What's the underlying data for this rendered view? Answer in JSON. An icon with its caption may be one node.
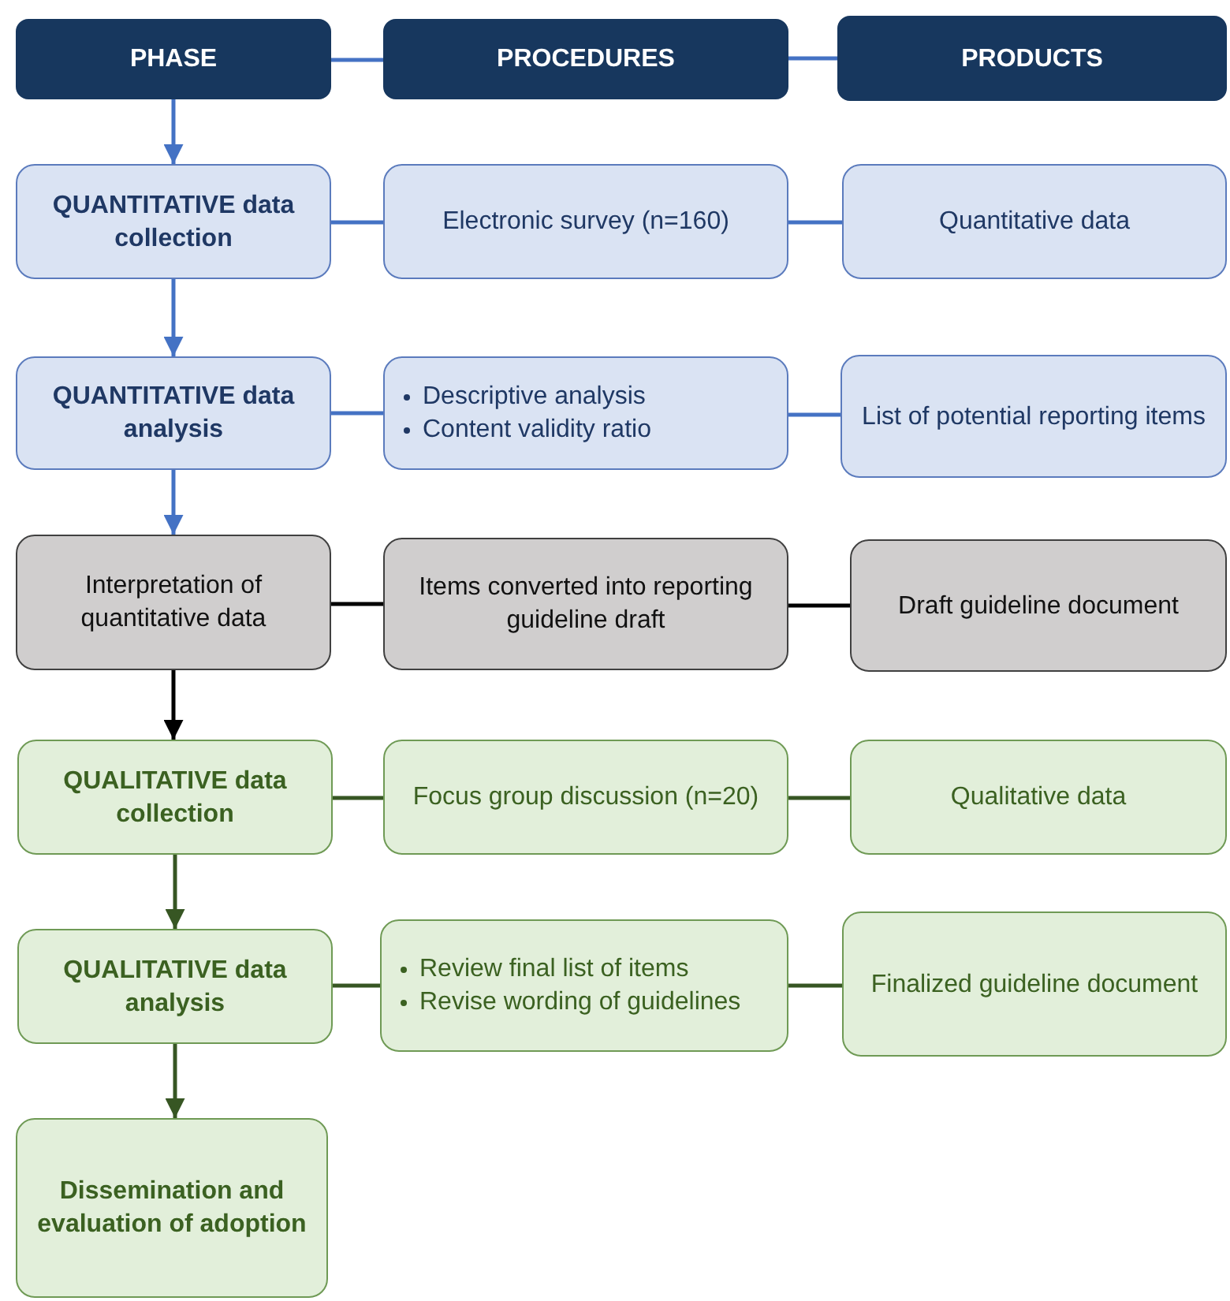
{
  "diagram": {
    "nodes": [
      {
        "text": [
          "PHASE"
        ]
      },
      {
        "text": [
          "PROCEDURES"
        ]
      },
      {
        "text": [
          "PRODUCTS"
        ]
      },
      {
        "text": [
          "QUANTITATIVE data collection"
        ]
      },
      {
        "text": [
          "Electronic survey (n=160)"
        ]
      },
      {
        "text": [
          "Quantitative data"
        ]
      },
      {
        "text": [
          "QUANTITATIVE data analysis"
        ]
      },
      {
        "text": [
          "Descriptive analysis",
          "Content validity ratio"
        ]
      },
      {
        "text": [
          "List of potential reporting items"
        ]
      },
      {
        "text": [
          "Interpretation of quantitative data"
        ]
      },
      {
        "text": [
          "Items converted into reporting guideline draft"
        ]
      },
      {
        "text": [
          "Draft guideline document"
        ]
      },
      {
        "text": [
          "QUALITATIVE data collection"
        ]
      },
      {
        "text": [
          "Focus group discussion (n=20)"
        ]
      },
      {
        "text": [
          "Qualitative data"
        ]
      },
      {
        "text": [
          "QUALITATIVE data analysis"
        ]
      },
      {
        "text": [
          "Review final list of items",
          "Revise wording of guidelines"
        ]
      },
      {
        "text": [
          "Finalized guideline document"
        ]
      },
      {
        "text": [
          "Dissemination and evaluation of adoption"
        ]
      }
    ],
    "edges": [
      {
        "from": 0,
        "to": 1,
        "arrow": "none"
      },
      {
        "from": 1,
        "to": 2,
        "arrow": "none"
      },
      {
        "from": 0,
        "to": 3,
        "arrow": "to"
      },
      {
        "from": 3,
        "to": 4,
        "arrow": "none"
      },
      {
        "from": 4,
        "to": 5,
        "arrow": "none"
      },
      {
        "from": 3,
        "to": 6,
        "arrow": "to"
      },
      {
        "from": 6,
        "to": 7,
        "arrow": "none"
      },
      {
        "from": 7,
        "to": 8,
        "arrow": "none"
      },
      {
        "from": 6,
        "to": 9,
        "arrow": "to"
      },
      {
        "from": 9,
        "to": 10,
        "arrow": "none",
        "color": "#000000"
      },
      {
        "from": 10,
        "to": 11,
        "arrow": "none",
        "color": "#000000"
      },
      {
        "from": 9,
        "to": 12,
        "arrow": "to",
        "color": "#000000"
      },
      {
        "from": 12,
        "to": 13,
        "arrow": "none",
        "color": "#375623"
      },
      {
        "from": 13,
        "to": 14,
        "arrow": "none",
        "color": "#375623"
      },
      {
        "from": 12,
        "to": 15,
        "arrow": "to",
        "color": "#375623"
      },
      {
        "from": 15,
        "to": 16,
        "arrow": "none",
        "color": "#375623"
      },
      {
        "from": 16,
        "to": 17,
        "arrow": "none",
        "color": "#375623"
      },
      {
        "from": 15,
        "to": 18,
        "arrow": "to",
        "color": "#375623"
      }
    ]
  }
}
